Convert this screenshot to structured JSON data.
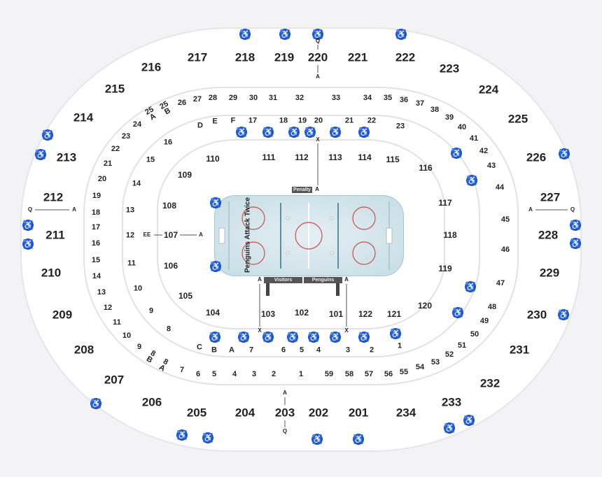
{
  "upper_sections": [
    "216",
    "217",
    "218",
    "219",
    "220",
    "221",
    "222",
    "223",
    "224",
    "225",
    "226",
    "227",
    "228",
    "229",
    "230",
    "231",
    "232",
    "233",
    "234",
    "201",
    "202",
    "203",
    "204",
    "205",
    "206",
    "207",
    "208",
    "209",
    "210",
    "211",
    "212",
    "213",
    "214",
    "215"
  ],
  "club_rows": [
    "25\nA",
    "25\nB",
    "24",
    "23",
    "22",
    "21",
    "20",
    "19",
    "18",
    "17",
    "16",
    "15",
    "14",
    "13",
    "12",
    "11",
    "10",
    "9",
    "8\nB",
    "8\nA",
    "7",
    "6",
    "5",
    "4",
    "3",
    "2",
    "1",
    "59",
    "58",
    "57",
    "56",
    "55",
    "54",
    "53",
    "52",
    "51",
    "50",
    "49",
    "48",
    "47",
    "46",
    "45",
    "44",
    "43",
    "42",
    "41",
    "40",
    "39",
    "38",
    "37",
    "36",
    "35",
    "34",
    "33",
    "32",
    "31",
    "30",
    "29",
    "28",
    "27",
    "26"
  ],
  "inner_rows": [
    "D",
    "E",
    "F",
    "17",
    "18",
    "19",
    "20",
    "21",
    "22",
    "23",
    "16",
    "15",
    "14",
    "13",
    "12",
    "11",
    "10",
    "9",
    "8",
    "C",
    "B",
    "A",
    "7",
    "6",
    "5",
    "4",
    "3",
    "2",
    "1"
  ],
  "lower_sections": [
    "110",
    "111",
    "112",
    "113",
    "114",
    "115",
    "116",
    "117",
    "118",
    "119",
    "120",
    "121",
    "122",
    "101",
    "102",
    "103",
    "104",
    "105",
    "106",
    "107",
    "108",
    "109"
  ],
  "row_markers": [
    "Q",
    "A",
    "A",
    "Q",
    "Q",
    "A",
    "A",
    "Q",
    "EE",
    "A",
    "X",
    "X",
    "X",
    "A",
    "A",
    "A"
  ],
  "rink": {
    "end_text": "Penguins Attack Twice",
    "penalty_label": "Penalty",
    "visitors_label": "Visitors",
    "home_label": "Penguins"
  },
  "icons": {
    "accessible": "wheelchair-icon",
    "accessible_color": "#1d4fd8"
  }
}
